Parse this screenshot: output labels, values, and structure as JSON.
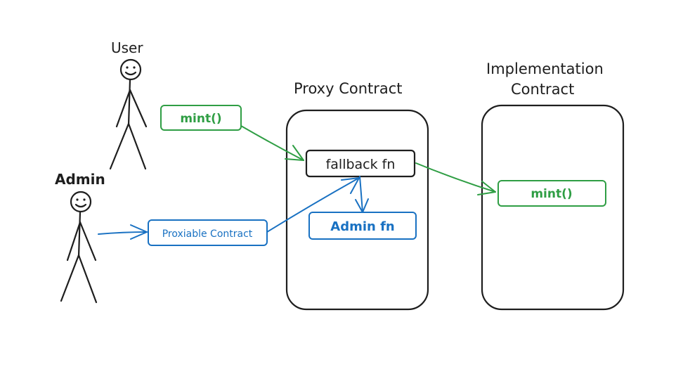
{
  "actors": {
    "user": {
      "label": "User",
      "icon": "stick-figure-icon"
    },
    "admin": {
      "label": "Admin",
      "icon": "stick-figure-icon"
    }
  },
  "containers": {
    "proxy": {
      "title": "Proxy Contract"
    },
    "implementation": {
      "title_line1": "Implementation",
      "title_line2": "Contract"
    }
  },
  "boxes": {
    "user_mint": {
      "label": "mint()"
    },
    "proxiable": {
      "label": "Proxiable Contract"
    },
    "fallback": {
      "label": "fallback fn"
    },
    "admin_fn": {
      "label": "Admin fn"
    },
    "impl_mint": {
      "label": "mint()"
    }
  },
  "colors": {
    "dark": "#1e1e1e",
    "green": "#2f9e44",
    "blue": "#1971c2"
  }
}
